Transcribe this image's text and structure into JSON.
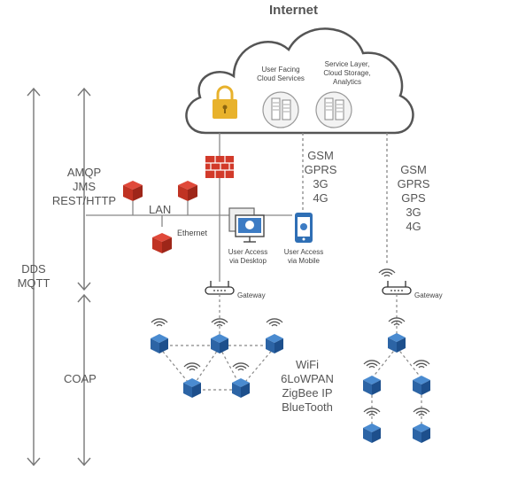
{
  "cloud": {
    "title": "Internet",
    "user_facing": [
      "User Facing",
      "Cloud Services"
    ],
    "service_layer": [
      "Service Layer,",
      "Cloud Storage,",
      "Analytics"
    ]
  },
  "protocols": {
    "app_layer": [
      "AMQP",
      "JMS",
      "REST/HTTP"
    ],
    "dds": [
      "DDS",
      "MQTT"
    ],
    "coap": "COAP"
  },
  "network": {
    "lan": "LAN",
    "ethernet": "Ethernet",
    "desktop_access": [
      "User Access",
      "via Desktop"
    ],
    "mobile_access": [
      "User Access",
      "via Mobile"
    ],
    "cellular_mid": [
      "GSM",
      "GPRS",
      "3G",
      "4G"
    ],
    "cellular_right": [
      "GSM",
      "GPRS",
      "GPS",
      "3G",
      "4G"
    ],
    "gateway_left": "Gateway",
    "gateway_right": "Gateway",
    "wireless": [
      "WiFi",
      "6LoWPAN",
      "ZigBee IP",
      "BlueTooth"
    ]
  },
  "colors": {
    "device_blue": "#2f6fb5",
    "firewall_red": "#d23a2a",
    "lock_gold": "#e8b22c",
    "line_gray": "#8a8a8a"
  }
}
